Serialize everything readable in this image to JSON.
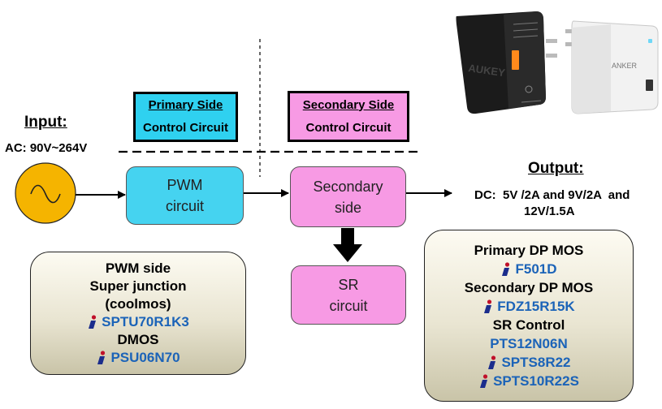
{
  "colors": {
    "cyan": "#2fd1f0",
    "pink": "#f79ae4",
    "part": "#1b63b8",
    "ac_source": "#f5b400"
  },
  "input": {
    "title": "Input:",
    "value": "AC: 90V~264V"
  },
  "output": {
    "title": "Output:",
    "line1": "DC:  5V /2A and 9V/2A  and",
    "line2": "12V/1.5A"
  },
  "primary_header": {
    "line1": "Primary Side",
    "line2": "Control Circuit"
  },
  "secondary_header": {
    "line1": "Secondary Side",
    "line2": "Control Circuit"
  },
  "pwm_box": {
    "line1": "PWM",
    "line2": "circuit"
  },
  "secondary_box": {
    "line1": "Secondary",
    "line2": "side"
  },
  "sr_box": {
    "line1": "SR",
    "line2": "circuit"
  },
  "left_info": {
    "title1": "PWM side",
    "title2": "Super junction",
    "title3": "(coolmos)",
    "part1": "SPTU70R1K3",
    "title4": "DMOS",
    "part2": "PSU06N70"
  },
  "right_info": {
    "title1": "Primary DP MOS",
    "part1": "F501D",
    "title2": "Secondary DP MOS",
    "part2": "FDZ15R15K",
    "title3": "SR Control",
    "part3": "PTS12N06N",
    "part4": "SPTS8R22",
    "part5": "SPTS10R22S"
  },
  "chargers": {
    "left_brand": "AUKEY",
    "right_brand": "ANKER"
  }
}
